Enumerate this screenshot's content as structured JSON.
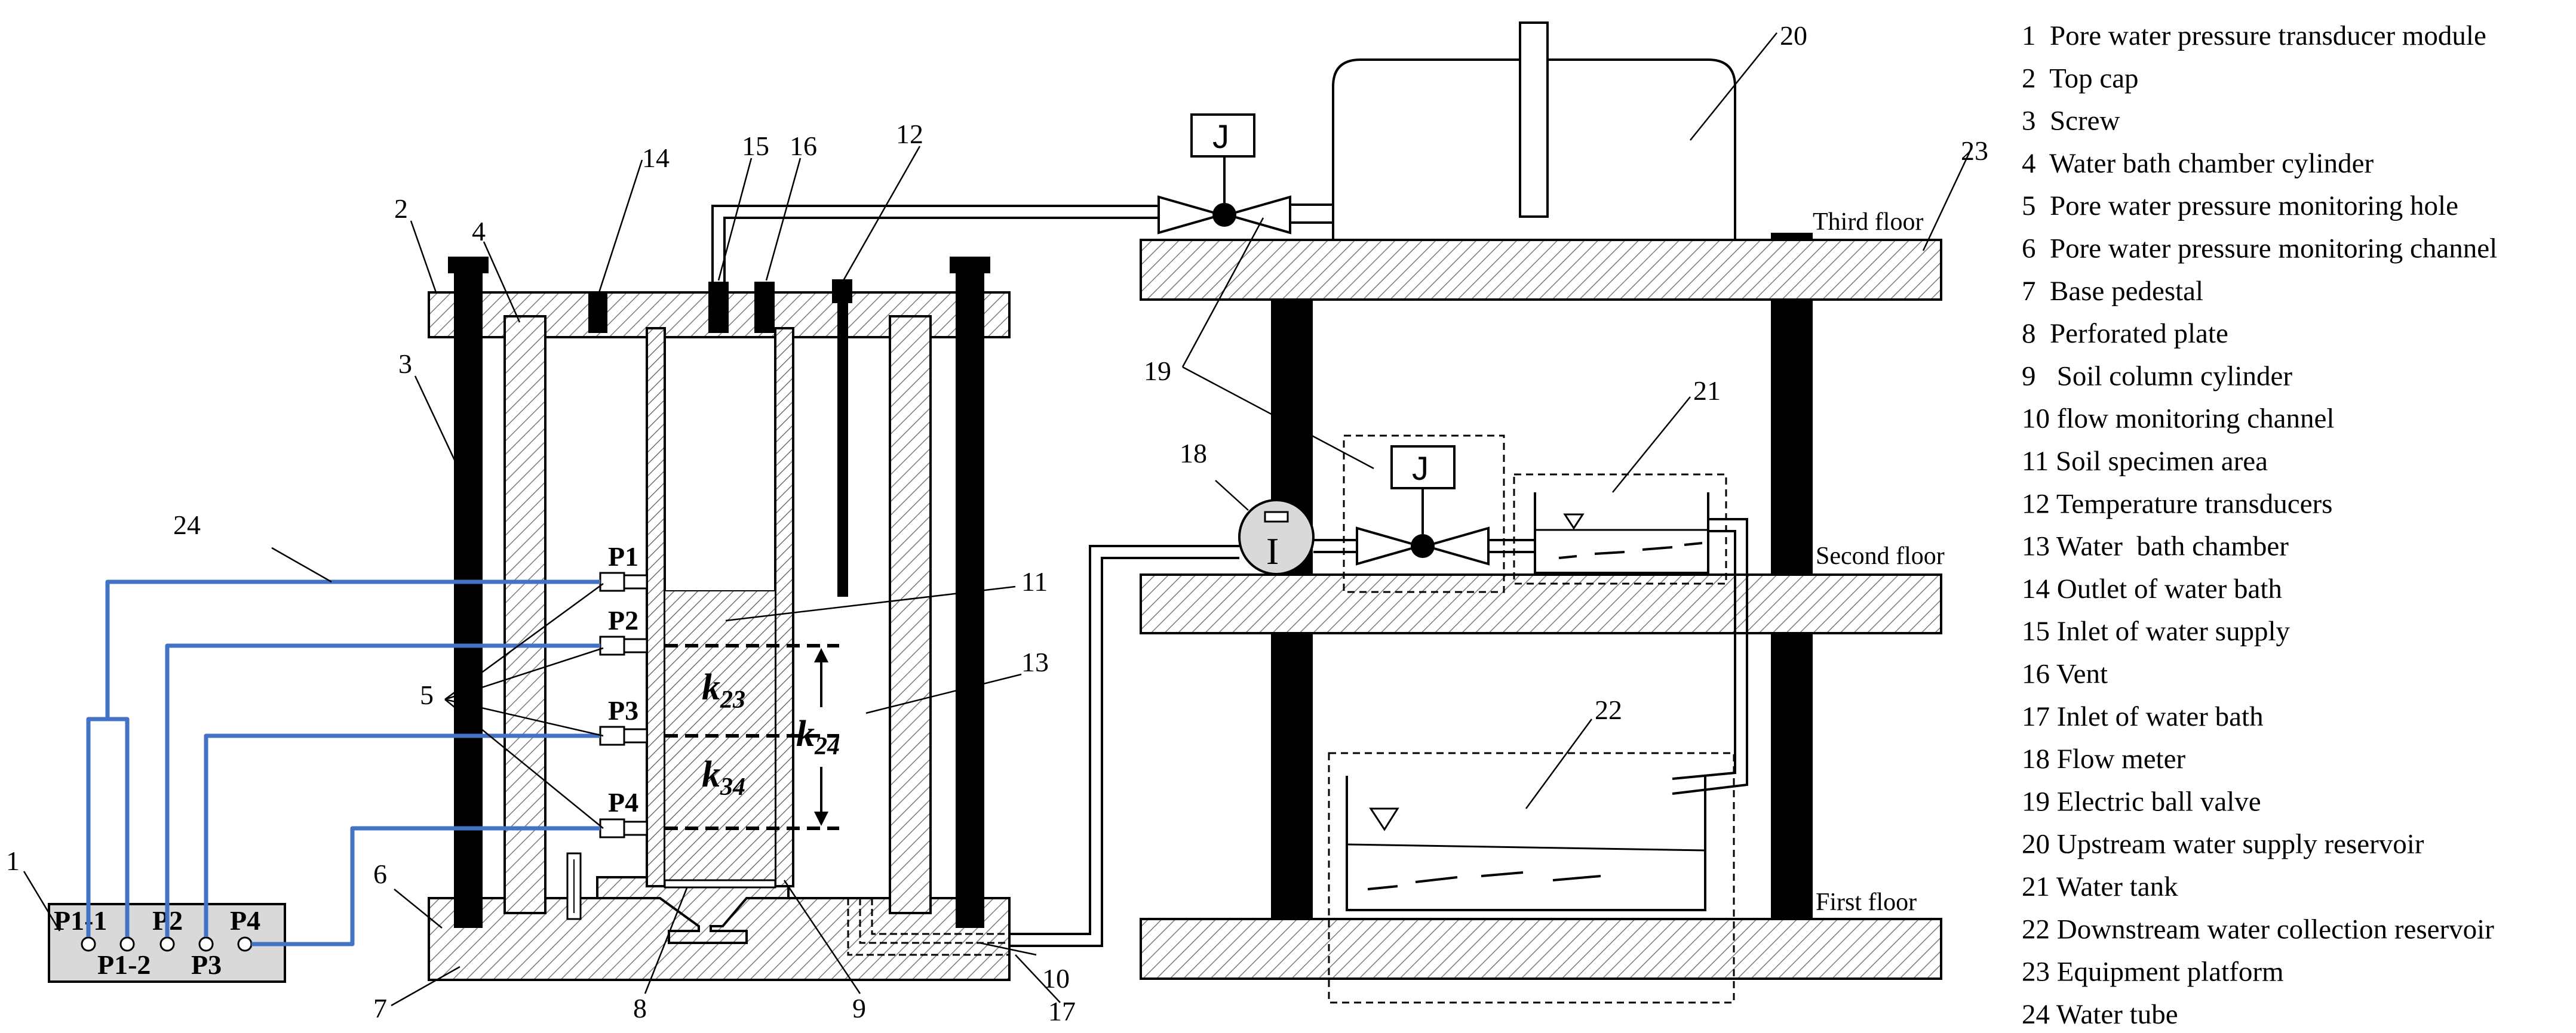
{
  "callouts": {
    "n1": "1",
    "n2": "2",
    "n3": "3",
    "n4": "4",
    "n5": "5",
    "n6": "6",
    "n7": "7",
    "n8": "8",
    "n9": "9",
    "n10": "10",
    "n11": "11",
    "n12": "12",
    "n13": "13",
    "n14": "14",
    "n15": "15",
    "n16": "16",
    "n17": "17",
    "n18": "18",
    "n19": "19",
    "n20": "20",
    "n21": "21",
    "n22": "22",
    "n23": "23",
    "n24": "24"
  },
  "ports": {
    "p1": "P1",
    "p2": "P2",
    "p3": "P3",
    "p4": "P4"
  },
  "module_ports": {
    "p1_1": "P1-1",
    "p1_2": "P1-2",
    "p2": "P2",
    "p3": "P3",
    "p4": "P4"
  },
  "k": {
    "k23_main": "k",
    "k23_sub": "23",
    "k24_main": "k",
    "k24_sub": "24",
    "k34_main": "k",
    "k34_sub": "34"
  },
  "floors": {
    "third": "Third floor",
    "second": "Second floor",
    "first": "First floor"
  },
  "symbols": {
    "valve_top": "J",
    "valve_mid": "J",
    "flow_meter": "I"
  },
  "legend": [
    "1  Pore water pressure transducer module",
    "2  Top cap",
    "3  Screw",
    "4  Water bath chamber cylinder",
    "5  Pore water pressure monitoring hole",
    "6  Pore water pressure monitoring channel",
    "7  Base pedestal",
    "8  Perforated plate",
    "9   Soil column cylinder",
    "10 flow monitoring channel",
    "11 Soil specimen area",
    "12 Temperature transducers",
    "13 Water  bath chamber",
    "14 Outlet of water bath",
    "15 Inlet of water supply",
    "16 Vent",
    "17 Inlet of water bath",
    "18 Flow meter",
    "19 Electric ball valve",
    "20 Upstream water supply reservoir",
    "21 Water tank",
    "22 Downstream water collection reservoir",
    "23 Equipment platform",
    "24 Water tube"
  ],
  "colors": {
    "tube": "#4472C4",
    "hatch": "#8a8a8a",
    "module_fill": "#d9d9d9"
  }
}
